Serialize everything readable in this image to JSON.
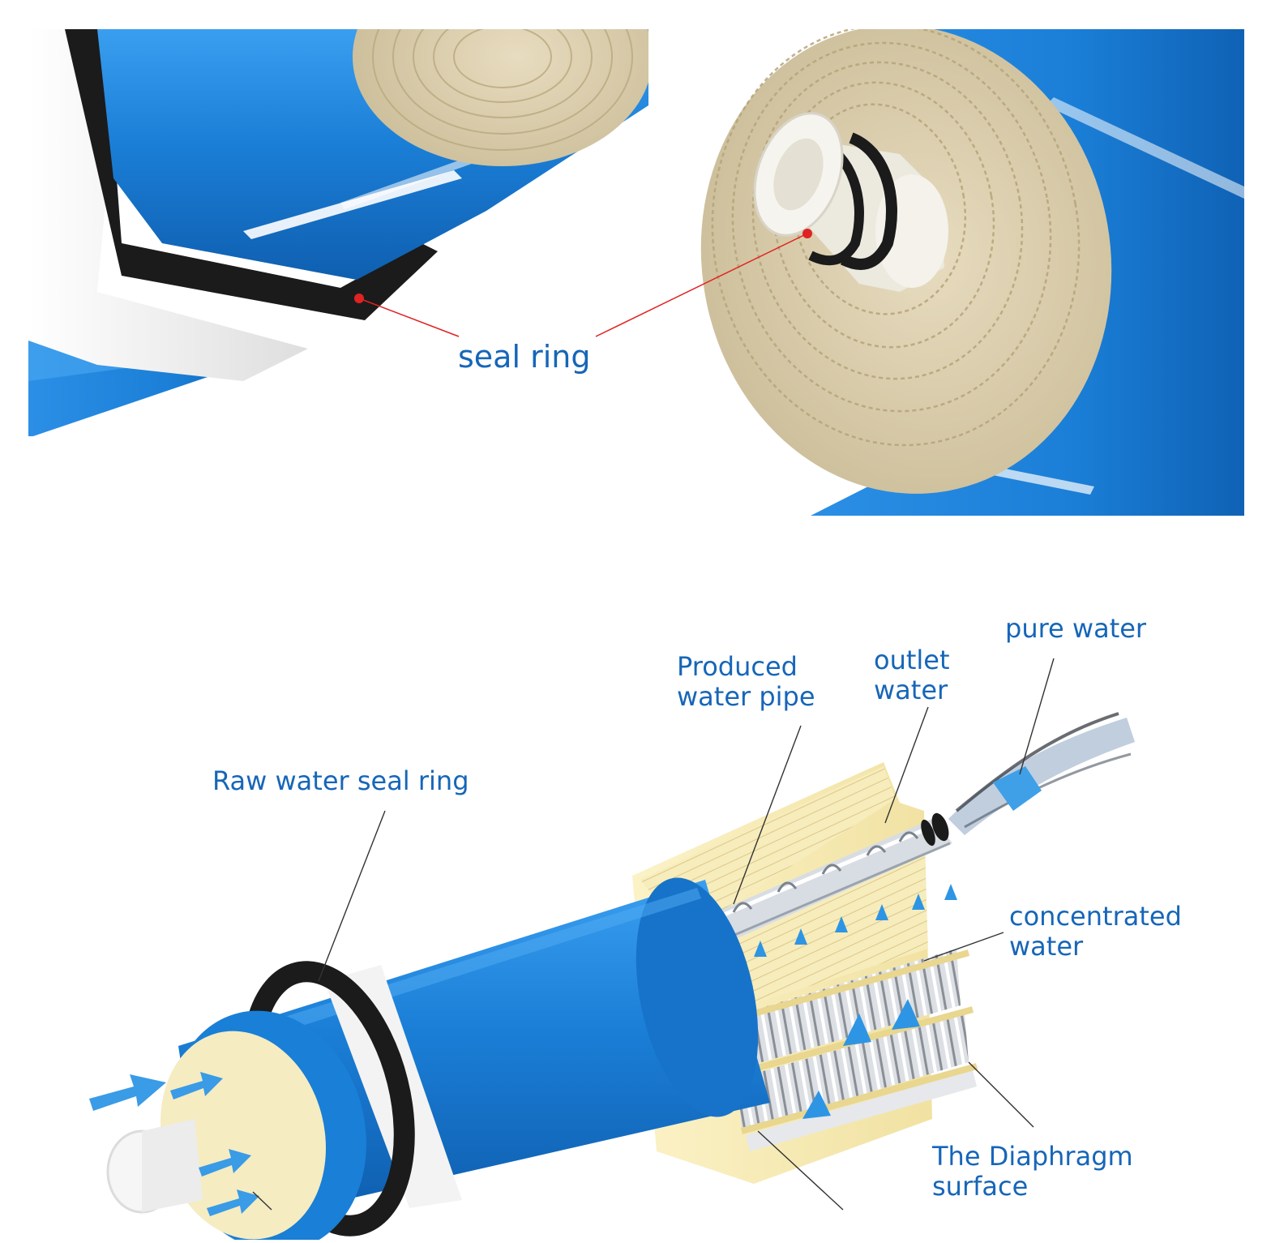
{
  "top": {
    "seal_ring_label": "seal ring"
  },
  "bottom": {
    "labels": {
      "raw_water_seal_ring": "Raw water seal ring",
      "produced_water_pipe_1": "Produced",
      "produced_water_pipe_2": "water pipe",
      "outlet_water_1": "outlet",
      "outlet_water_2": "water",
      "pure_water": "pure water",
      "concentrated_water_1": "concentrated",
      "concentrated_water_2": "water",
      "diaphragm_surface_1": "The Diaphragm",
      "diaphragm_surface_2": "surface"
    }
  },
  "colors": {
    "label_blue": "#1666b8",
    "membrane_blue": "#1a7fd6",
    "membrane_dark": "#0d5aa8",
    "seal_black": "#1b1b1b",
    "cap_white": "#f1f1f1",
    "membrane_beige": "#dccfae",
    "leader_red": "#e02222"
  }
}
